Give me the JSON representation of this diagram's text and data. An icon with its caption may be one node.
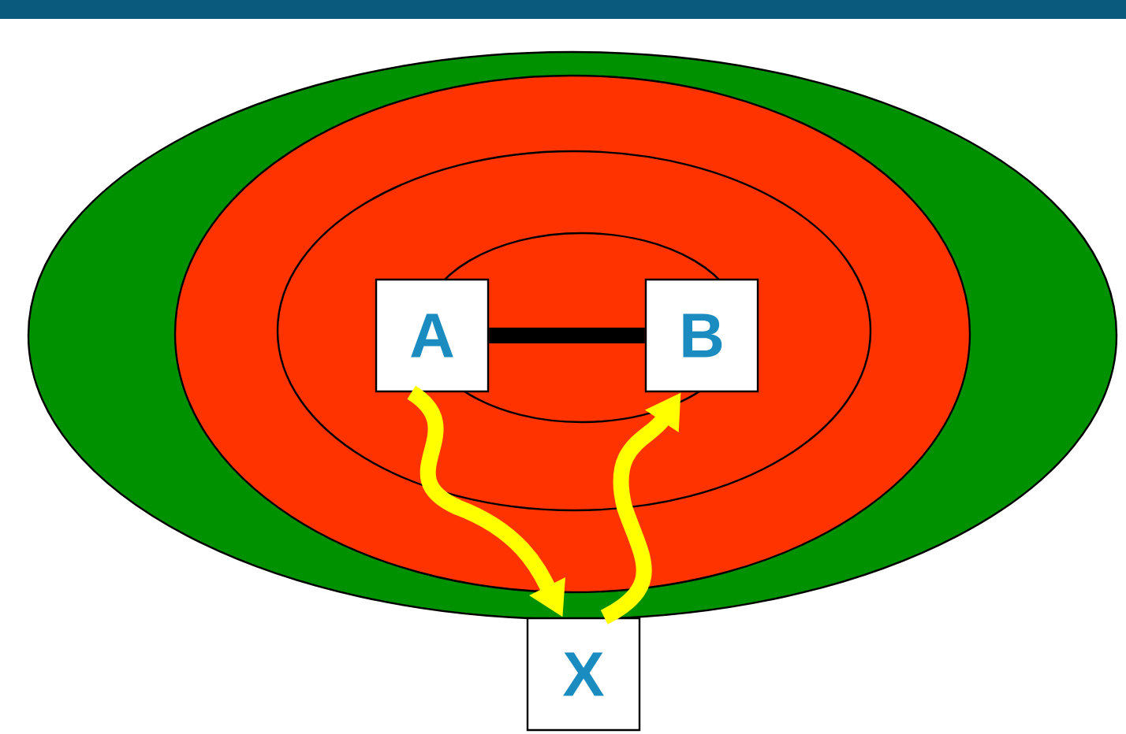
{
  "diagram": {
    "nodes": [
      {
        "text": [
          "A"
        ]
      },
      {
        "text": [
          "B"
        ]
      },
      {
        "text": [
          "X"
        ]
      }
    ],
    "edges": [
      {
        "from": 0,
        "to": 1,
        "arrow": "none",
        "color": "#000000"
      },
      {
        "from": 0,
        "to": 2,
        "arrow": "to"
      },
      {
        "from": 2,
        "to": 1,
        "arrow": "to"
      }
    ]
  }
}
